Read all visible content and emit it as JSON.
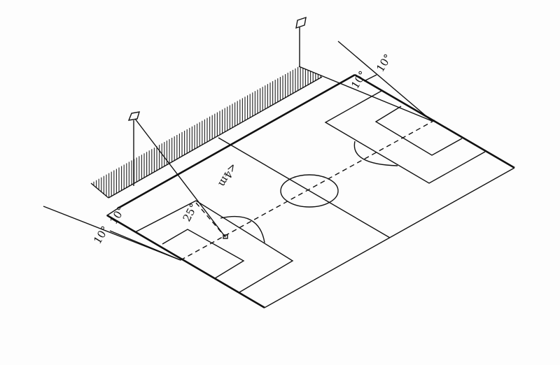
{
  "diagram": {
    "labels": {
      "left_outer_angle": "10°",
      "left_inner_angle": "10°",
      "left_tilt_angle": "25°",
      "distance": "<4m",
      "right_inner_angle": "10°",
      "right_outer_angle": "10°"
    }
  },
  "colors": {
    "line": "#111111",
    "background": "#ffffff"
  }
}
